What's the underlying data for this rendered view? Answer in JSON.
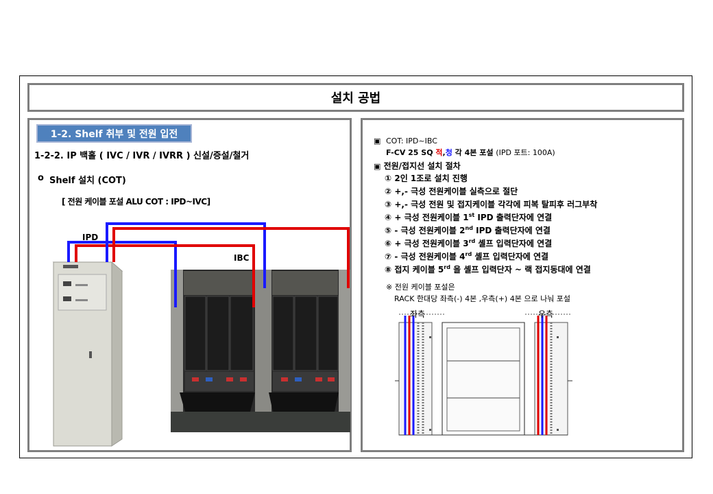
{
  "title": "설치 공법",
  "left": {
    "section_tag": "1-2. Shelf 취부 및 전원 입전",
    "subtitle": "1-2-2. IP 백홀 ( IVC / IVR / IVRR ) 신설/증설/철거",
    "bullet": "o",
    "bullet_text": "Shelf 설치 (COT)",
    "note": "[ 전원 케이블 포설 ALU COT : IPD~IVC]",
    "label_ipd": "IPD",
    "label_ibc": "IBC"
  },
  "right": {
    "marker": "▣",
    "line1": "COT: IPD~IBC",
    "line2_pre": "F-CV 25 SQ ",
    "line2_red": "적",
    "line2_comma": ",",
    "line2_blue": "청",
    "line2_post": " 각 4본 포설 ",
    "line2_note": "(IPD 포트: 100A)",
    "section2": "전원/접지선 설치 절차",
    "steps": [
      {
        "num": "①",
        "text": "2인 1조로 설치 진행"
      },
      {
        "num": "②",
        "text": "+,- 극성 전원케이블 실측으로 절단"
      },
      {
        "num": "③",
        "text": "+,- 극성 전원 및 접지케이블 각각에 피복 탈피후 러그부착"
      },
      {
        "num": "④",
        "pre": "+ 극성 전원케이블 1",
        "sup": "st",
        "post": " IPD 출력단자에 연결"
      },
      {
        "num": "⑤",
        "pre": "- 극성 전원케이블 2",
        "sup": "nd",
        "post": " IPD 출력단자에 연결"
      },
      {
        "num": "⑥",
        "pre": "+ 극성 전원케이블 3",
        "sup": "rd",
        "post": " 셸프 입력단자에 연결"
      },
      {
        "num": "⑦",
        "pre": "- 극성 전원케이블 4",
        "sup": "rd",
        "post": " 셸프 입력단자에 연결"
      },
      {
        "num": "⑧",
        "pre": "접지 케이블 5",
        "sup": "rd",
        "post": " 을 셸프 입력단자 ~ 랙 접지동대에  연결"
      }
    ],
    "remark_mark": "※",
    "remark1": "전원 케이블 포설은",
    "remark2": "RACK 한대당 좌측(-) 4본 ,우측(+) 4본  으로 나눠 포설",
    "left_label": "좌측",
    "right_label": "우측"
  },
  "colors": {
    "panel_border": "#7f7f7f",
    "tag_bg": "#4f81bd",
    "cable_red": "#e00000",
    "cable_blue": "#1a1aff"
  }
}
